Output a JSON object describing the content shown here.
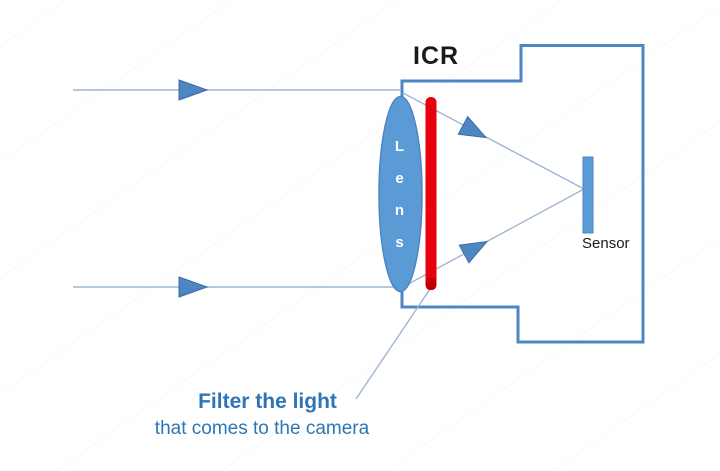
{
  "diagram": {
    "icr_label": "ICR",
    "lens_label": "Lens",
    "sensor_label": "Sensor",
    "caption_line1": "Filter the light",
    "caption_line2": "that comes to the camera"
  },
  "colors": {
    "camera_body_outline": "#4e86c4",
    "lens_fill": "#5b9bd5",
    "lens_stroke": "#4e86c4",
    "sensor_fill": "#5b9bd5",
    "arrow_fill": "#4e86c4",
    "arrow_stroke": "#3a6ba5",
    "ray_line": "#9fb6d4",
    "ir_filter_red": "#e8000d",
    "ir_filter_cap": "#c00000",
    "caption_text": "#2e75b6",
    "label_text": "#1a1a1a"
  }
}
